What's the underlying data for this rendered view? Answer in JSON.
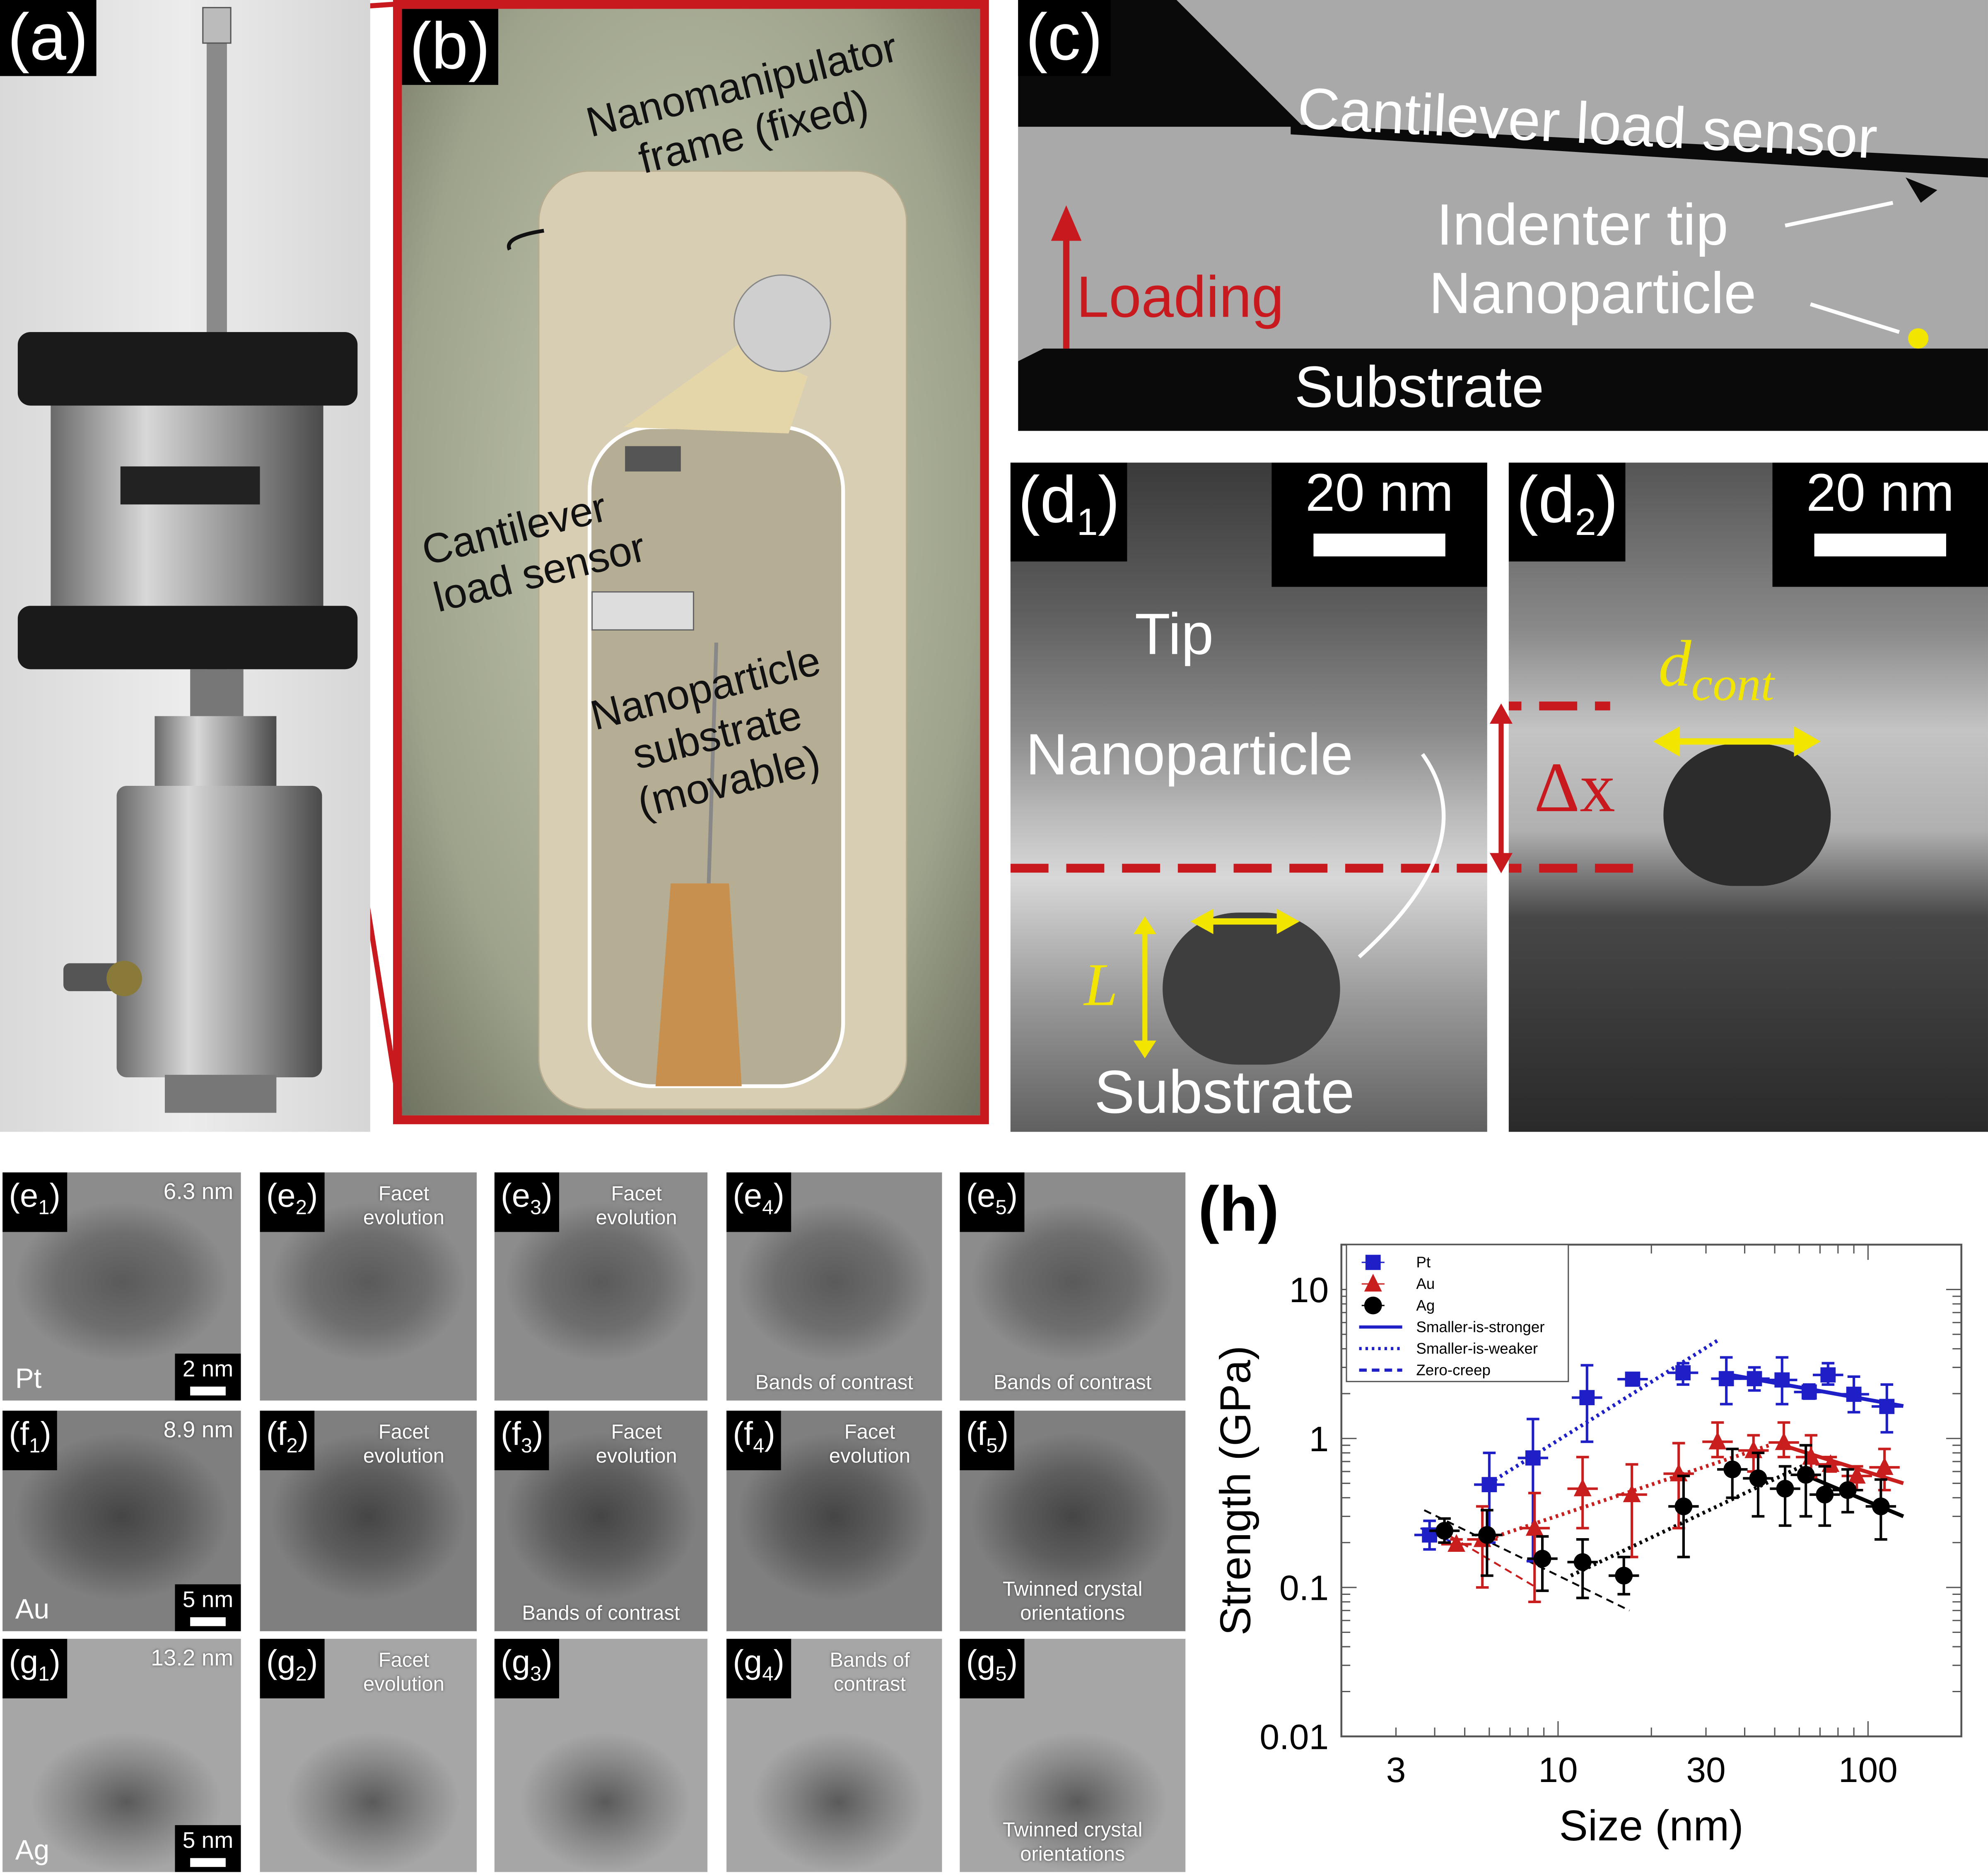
{
  "panel_a": {
    "label": "(a)"
  },
  "panel_b": {
    "label": "(b)",
    "frame_note": "Nanomanipulator frame (fixed)",
    "cantilever_note_1": "Cantilever",
    "cantilever_note_2": "load sensor",
    "substrate_note_1": "Nanoparticle",
    "substrate_note_2": "substrate",
    "substrate_note_3": "(movable)"
  },
  "panel_c": {
    "label": "(c)",
    "cantilever": "Cantilever load sensor",
    "tip": "Indenter tip",
    "nanoparticle": "Nanoparticle",
    "loading": "Loading",
    "substrate": "Substrate",
    "colors": {
      "loading": "#c8191e",
      "nanoparticle": "#f2e600"
    }
  },
  "panel_d1": {
    "label": "d",
    "sub": "1",
    "scale": "20 nm",
    "tip": "Tip",
    "nanoparticle": "Nanoparticle",
    "L": "L",
    "substrate": "Substrate"
  },
  "panel_d2": {
    "label": "d",
    "sub": "2",
    "scale": "20 nm",
    "dcont": "d",
    "dcont_sub": "cont",
    "dx": "Δx"
  },
  "grid": [
    [
      {
        "l": "e",
        "s": "1",
        "top": "6.3 nm",
        "elem": "Pt",
        "scale": "2 nm"
      },
      {
        "l": "e",
        "s": "2",
        "note": "Facet evolution"
      },
      {
        "l": "e",
        "s": "3",
        "note": "Facet evolution"
      },
      {
        "l": "e",
        "s": "4",
        "bottom": "Bands of contrast"
      },
      {
        "l": "e",
        "s": "5",
        "bottom": "Bands of contrast"
      }
    ],
    [
      {
        "l": "f",
        "s": "1",
        "top": "8.9 nm",
        "elem": "Au",
        "scale": "5 nm"
      },
      {
        "l": "f",
        "s": "2",
        "note": "Facet evolution"
      },
      {
        "l": "f",
        "s": "3",
        "note": "Facet evolution",
        "bottom": "Bands of contrast"
      },
      {
        "l": "f",
        "s": "4",
        "note": "Facet evolution"
      },
      {
        "l": "f",
        "s": "5",
        "bottom": "Twinned crystal orientations"
      }
    ],
    [
      {
        "l": "g",
        "s": "1",
        "top": "13.2 nm",
        "elem": "Ag",
        "scale": "5 nm"
      },
      {
        "l": "g",
        "s": "2",
        "note": "Facet evolution"
      },
      {
        "l": "g",
        "s": "3"
      },
      {
        "l": "g",
        "s": "4",
        "note": "Bands of contrast"
      },
      {
        "l": "g",
        "s": "5",
        "bottom": "Twinned crystal orientations"
      }
    ]
  ],
  "chart_data": {
    "type": "scatter",
    "panel_label": "(h)",
    "xlabel": "Size (nm)",
    "ylabel": "Strength (GPa)",
    "xscale": "log",
    "yscale": "log",
    "xlim": [
      2,
      200
    ],
    "ylim": [
      0.01,
      20
    ],
    "xticks": [
      3,
      10,
      30,
      100
    ],
    "xtick_labels": [
      "3",
      "10",
      "30",
      "100"
    ],
    "yticks": [
      0.01,
      0.1,
      1,
      10
    ],
    "ytick_labels": [
      "0.01",
      "0.1",
      "1",
      "10"
    ],
    "legend": {
      "position": "top-left",
      "entries": [
        "Pt",
        "Au",
        "Ag",
        "Smaller-is-stronger",
        "Smaller-is-weaker",
        "Zero-creep"
      ]
    },
    "series": [
      {
        "name": "Pt",
        "color": "#1f1fc8",
        "marker": "square",
        "x": [
          3.85,
          6.0,
          8.3,
          12.4,
          17.4,
          25.3,
          34.9,
          43,
          52.8,
          64.6,
          74.3,
          90,
          115
        ],
        "y": [
          0.225,
          0.49,
          0.74,
          1.88,
          2.5,
          2.76,
          2.52,
          2.52,
          2.47,
          2.05,
          2.67,
          1.98,
          1.64
        ],
        "yerr": [
          [
            0.18,
            0.28
          ],
          [
            0.2,
            0.8
          ],
          [
            0.15,
            1.35
          ],
          [
            0.95,
            3.1
          ],
          [
            2.3,
            2.7
          ],
          [
            2.3,
            3.2
          ],
          [
            1.7,
            3.5
          ],
          [
            2.1,
            3.0
          ],
          [
            1.7,
            3.5
          ],
          [
            1.85,
            2.3
          ],
          [
            2.3,
            3.2
          ],
          [
            1.5,
            2.6
          ],
          [
            1.1,
            2.3
          ]
        ]
      },
      {
        "name": "Au",
        "color": "#c81e1e",
        "marker": "triangle",
        "x": [
          4.7,
          5.7,
          8.4,
          12,
          17.3,
          24.5,
          32.7,
          42.7,
          53.5,
          65.5,
          75.7,
          92,
          113
        ],
        "y": [
          0.195,
          0.21,
          0.25,
          0.46,
          0.42,
          0.58,
          0.95,
          0.83,
          0.94,
          0.75,
          0.67,
          0.56,
          0.64
        ],
        "yerr": [
          [
            0.18,
            0.21
          ],
          [
            0.1,
            0.35
          ],
          [
            0.08,
            0.43
          ],
          [
            0.25,
            0.75
          ],
          [
            0.16,
            0.67
          ],
          [
            0.25,
            0.93
          ],
          [
            0.75,
            1.28
          ],
          [
            0.6,
            1.05
          ],
          [
            0.75,
            1.28
          ],
          [
            0.55,
            1.05
          ],
          [
            0.6,
            0.75
          ],
          [
            0.45,
            0.65
          ],
          [
            0.45,
            0.85
          ]
        ]
      },
      {
        "name": "Ag",
        "color": "#000000",
        "marker": "circle",
        "x": [
          4.3,
          5.9,
          8.9,
          12,
          16.3,
          25.4,
          36.5,
          44.2,
          54,
          63,
          72.5,
          86,
          110
        ],
        "y": [
          0.24,
          0.225,
          0.156,
          0.148,
          0.12,
          0.35,
          0.62,
          0.54,
          0.46,
          0.57,
          0.42,
          0.45,
          0.35
        ],
        "yerr": [
          [
            0.2,
            0.29
          ],
          [
            0.12,
            0.33
          ],
          [
            0.095,
            0.22
          ],
          [
            0.085,
            0.21
          ],
          [
            0.09,
            0.16
          ],
          [
            0.16,
            0.56
          ],
          [
            0.4,
            0.85
          ],
          [
            0.3,
            0.8
          ],
          [
            0.26,
            0.65
          ],
          [
            0.3,
            0.9
          ],
          [
            0.26,
            0.65
          ],
          [
            0.32,
            0.62
          ],
          [
            0.21,
            0.53
          ]
        ]
      }
    ],
    "fits": [
      {
        "series": "Pt",
        "kind": "Smaller-is-stronger",
        "x": [
          35,
          130
        ],
        "y": [
          2.7,
          1.65
        ]
      },
      {
        "series": "Pt",
        "kind": "Smaller-is-weaker",
        "x": [
          6,
          33
        ],
        "y": [
          0.5,
          4.6
        ]
      },
      {
        "series": "Pt",
        "kind": "Zero-creep",
        "x": [
          3.6,
          4.6
        ],
        "y": [
          0.25,
          0.2
        ]
      },
      {
        "series": "Au",
        "kind": "Smaller-is-stronger",
        "x": [
          53,
          130
        ],
        "y": [
          0.9,
          0.5
        ]
      },
      {
        "series": "Au",
        "kind": "Smaller-is-weaker",
        "x": [
          5.5,
          48
        ],
        "y": [
          0.2,
          0.9
        ]
      },
      {
        "series": "Au",
        "kind": "Zero-creep",
        "x": [
          4.5,
          8.5
        ],
        "y": [
          0.22,
          0.1
        ]
      },
      {
        "series": "Ag",
        "kind": "Smaller-is-stronger",
        "x": [
          65,
          130
        ],
        "y": [
          0.55,
          0.3
        ]
      },
      {
        "series": "Ag",
        "kind": "Smaller-is-weaker",
        "x": [
          11,
          62
        ],
        "y": [
          0.12,
          0.66
        ]
      },
      {
        "series": "Ag",
        "kind": "Zero-creep",
        "x": [
          3.7,
          17
        ],
        "y": [
          0.33,
          0.07
        ]
      }
    ]
  }
}
